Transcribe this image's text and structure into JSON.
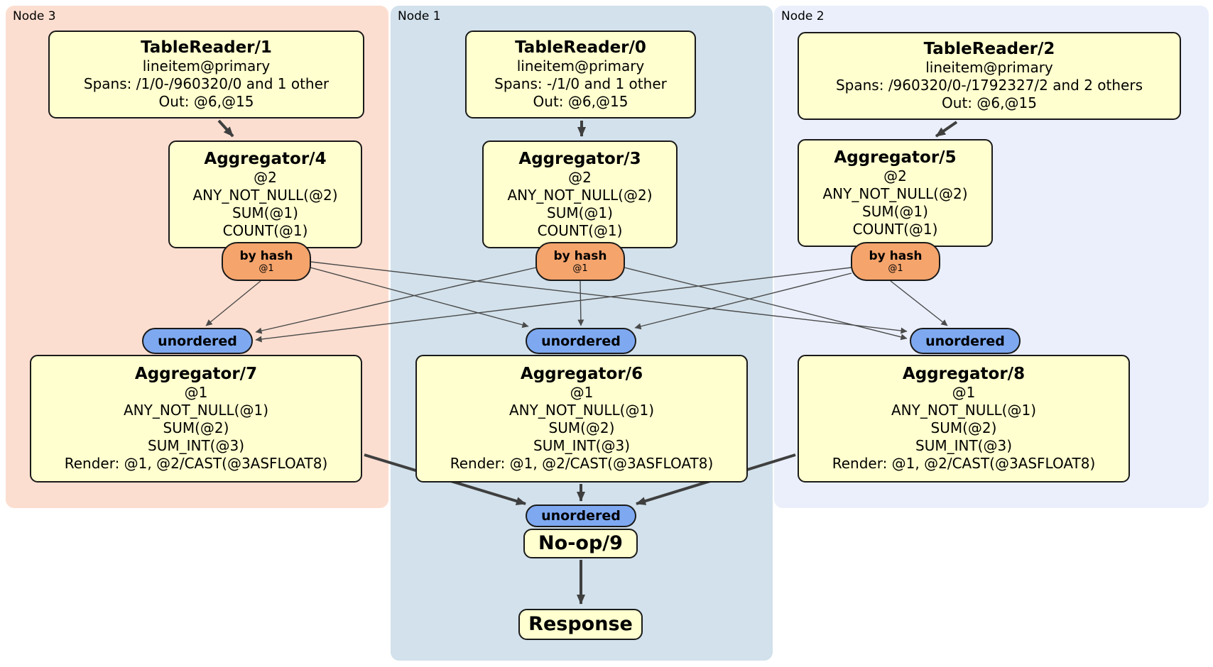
{
  "colors": {
    "node3-bg": "#fcded0",
    "node1-bg": "#d2e1eb",
    "node2-bg": "#eaeffb",
    "box-fill": "#ffffcf",
    "box-border": "#1a1a1a",
    "router-fill": "#f5a46c",
    "sync-fill": "#7ea9f1",
    "edge-thick": "#3f3f3f",
    "edge-thin": "#4a4a4a",
    "text-color": "#000000"
  },
  "regions": {
    "node3": {
      "label": "Node 3"
    },
    "node1": {
      "label": "Node 1"
    },
    "node2": {
      "label": "Node 2"
    }
  },
  "processors": {
    "tablereader1": {
      "title": "TableReader/1",
      "lines": [
        "lineitem@primary",
        "Spans: /1/0-/960320/0 and 1 other",
        "Out: @6,@15"
      ]
    },
    "tablereader0": {
      "title": "TableReader/0",
      "lines": [
        "lineitem@primary",
        "Spans: -/1/0 and 1 other",
        "Out: @6,@15"
      ]
    },
    "tablereader2": {
      "title": "TableReader/2",
      "lines": [
        "lineitem@primary",
        "Spans: /960320/0-/1792327/2 and 2 others",
        "Out: @6,@15"
      ]
    },
    "aggregator4": {
      "title": "Aggregator/4",
      "lines": [
        "@2",
        "ANY_NOT_NULL(@2)",
        "SUM(@1)",
        "COUNT(@1)"
      ]
    },
    "aggregator3": {
      "title": "Aggregator/3",
      "lines": [
        "@2",
        "ANY_NOT_NULL(@2)",
        "SUM(@1)",
        "COUNT(@1)"
      ]
    },
    "aggregator5": {
      "title": "Aggregator/5",
      "lines": [
        "@2",
        "ANY_NOT_NULL(@2)",
        "SUM(@1)",
        "COUNT(@1)"
      ]
    },
    "aggregator7": {
      "title": "Aggregator/7",
      "lines": [
        "@1",
        "ANY_NOT_NULL(@1)",
        "SUM(@2)",
        "SUM_INT(@3)",
        "Render: @1, @2/CAST(@3ASFLOAT8)"
      ]
    },
    "aggregator6": {
      "title": "Aggregator/6",
      "lines": [
        "@1",
        "ANY_NOT_NULL(@1)",
        "SUM(@2)",
        "SUM_INT(@3)",
        "Render: @1, @2/CAST(@3ASFLOAT8)"
      ]
    },
    "aggregator8": {
      "title": "Aggregator/8",
      "lines": [
        "@1",
        "ANY_NOT_NULL(@1)",
        "SUM(@2)",
        "SUM_INT(@3)",
        "Render: @1, @2/CAST(@3ASFLOAT8)"
      ]
    },
    "noop": {
      "title": "No-op/9"
    },
    "response": {
      "title": "Response"
    }
  },
  "routers": {
    "left": {
      "label": "by hash",
      "detail": "@1"
    },
    "center": {
      "label": "by hash",
      "detail": "@1"
    },
    "right": {
      "label": "by hash",
      "detail": "@1"
    }
  },
  "syncs": {
    "left": {
      "label": "unordered"
    },
    "center": {
      "label": "unordered"
    },
    "right": {
      "label": "unordered"
    },
    "bottom": {
      "label": "unordered"
    }
  }
}
